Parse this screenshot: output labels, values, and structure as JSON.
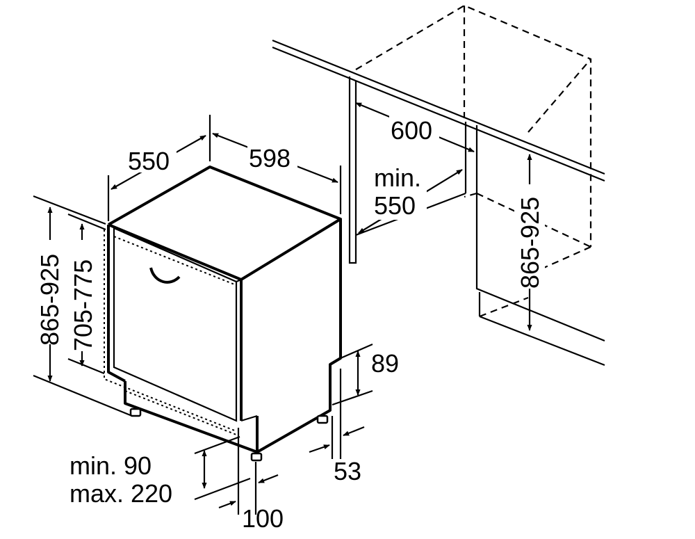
{
  "diagram": {
    "labels": {
      "depth": "550",
      "width": "598",
      "niche_width": "600",
      "niche_depth_line1": "min.",
      "niche_depth_line2": "550",
      "niche_height": "865-925",
      "appliance_height": "865-925",
      "door_height": "705-775",
      "plinth_height": "89",
      "plinth_setback": "53",
      "foot_min": "min. 90",
      "foot_max": "max. 220",
      "foot_offset": "100"
    }
  }
}
